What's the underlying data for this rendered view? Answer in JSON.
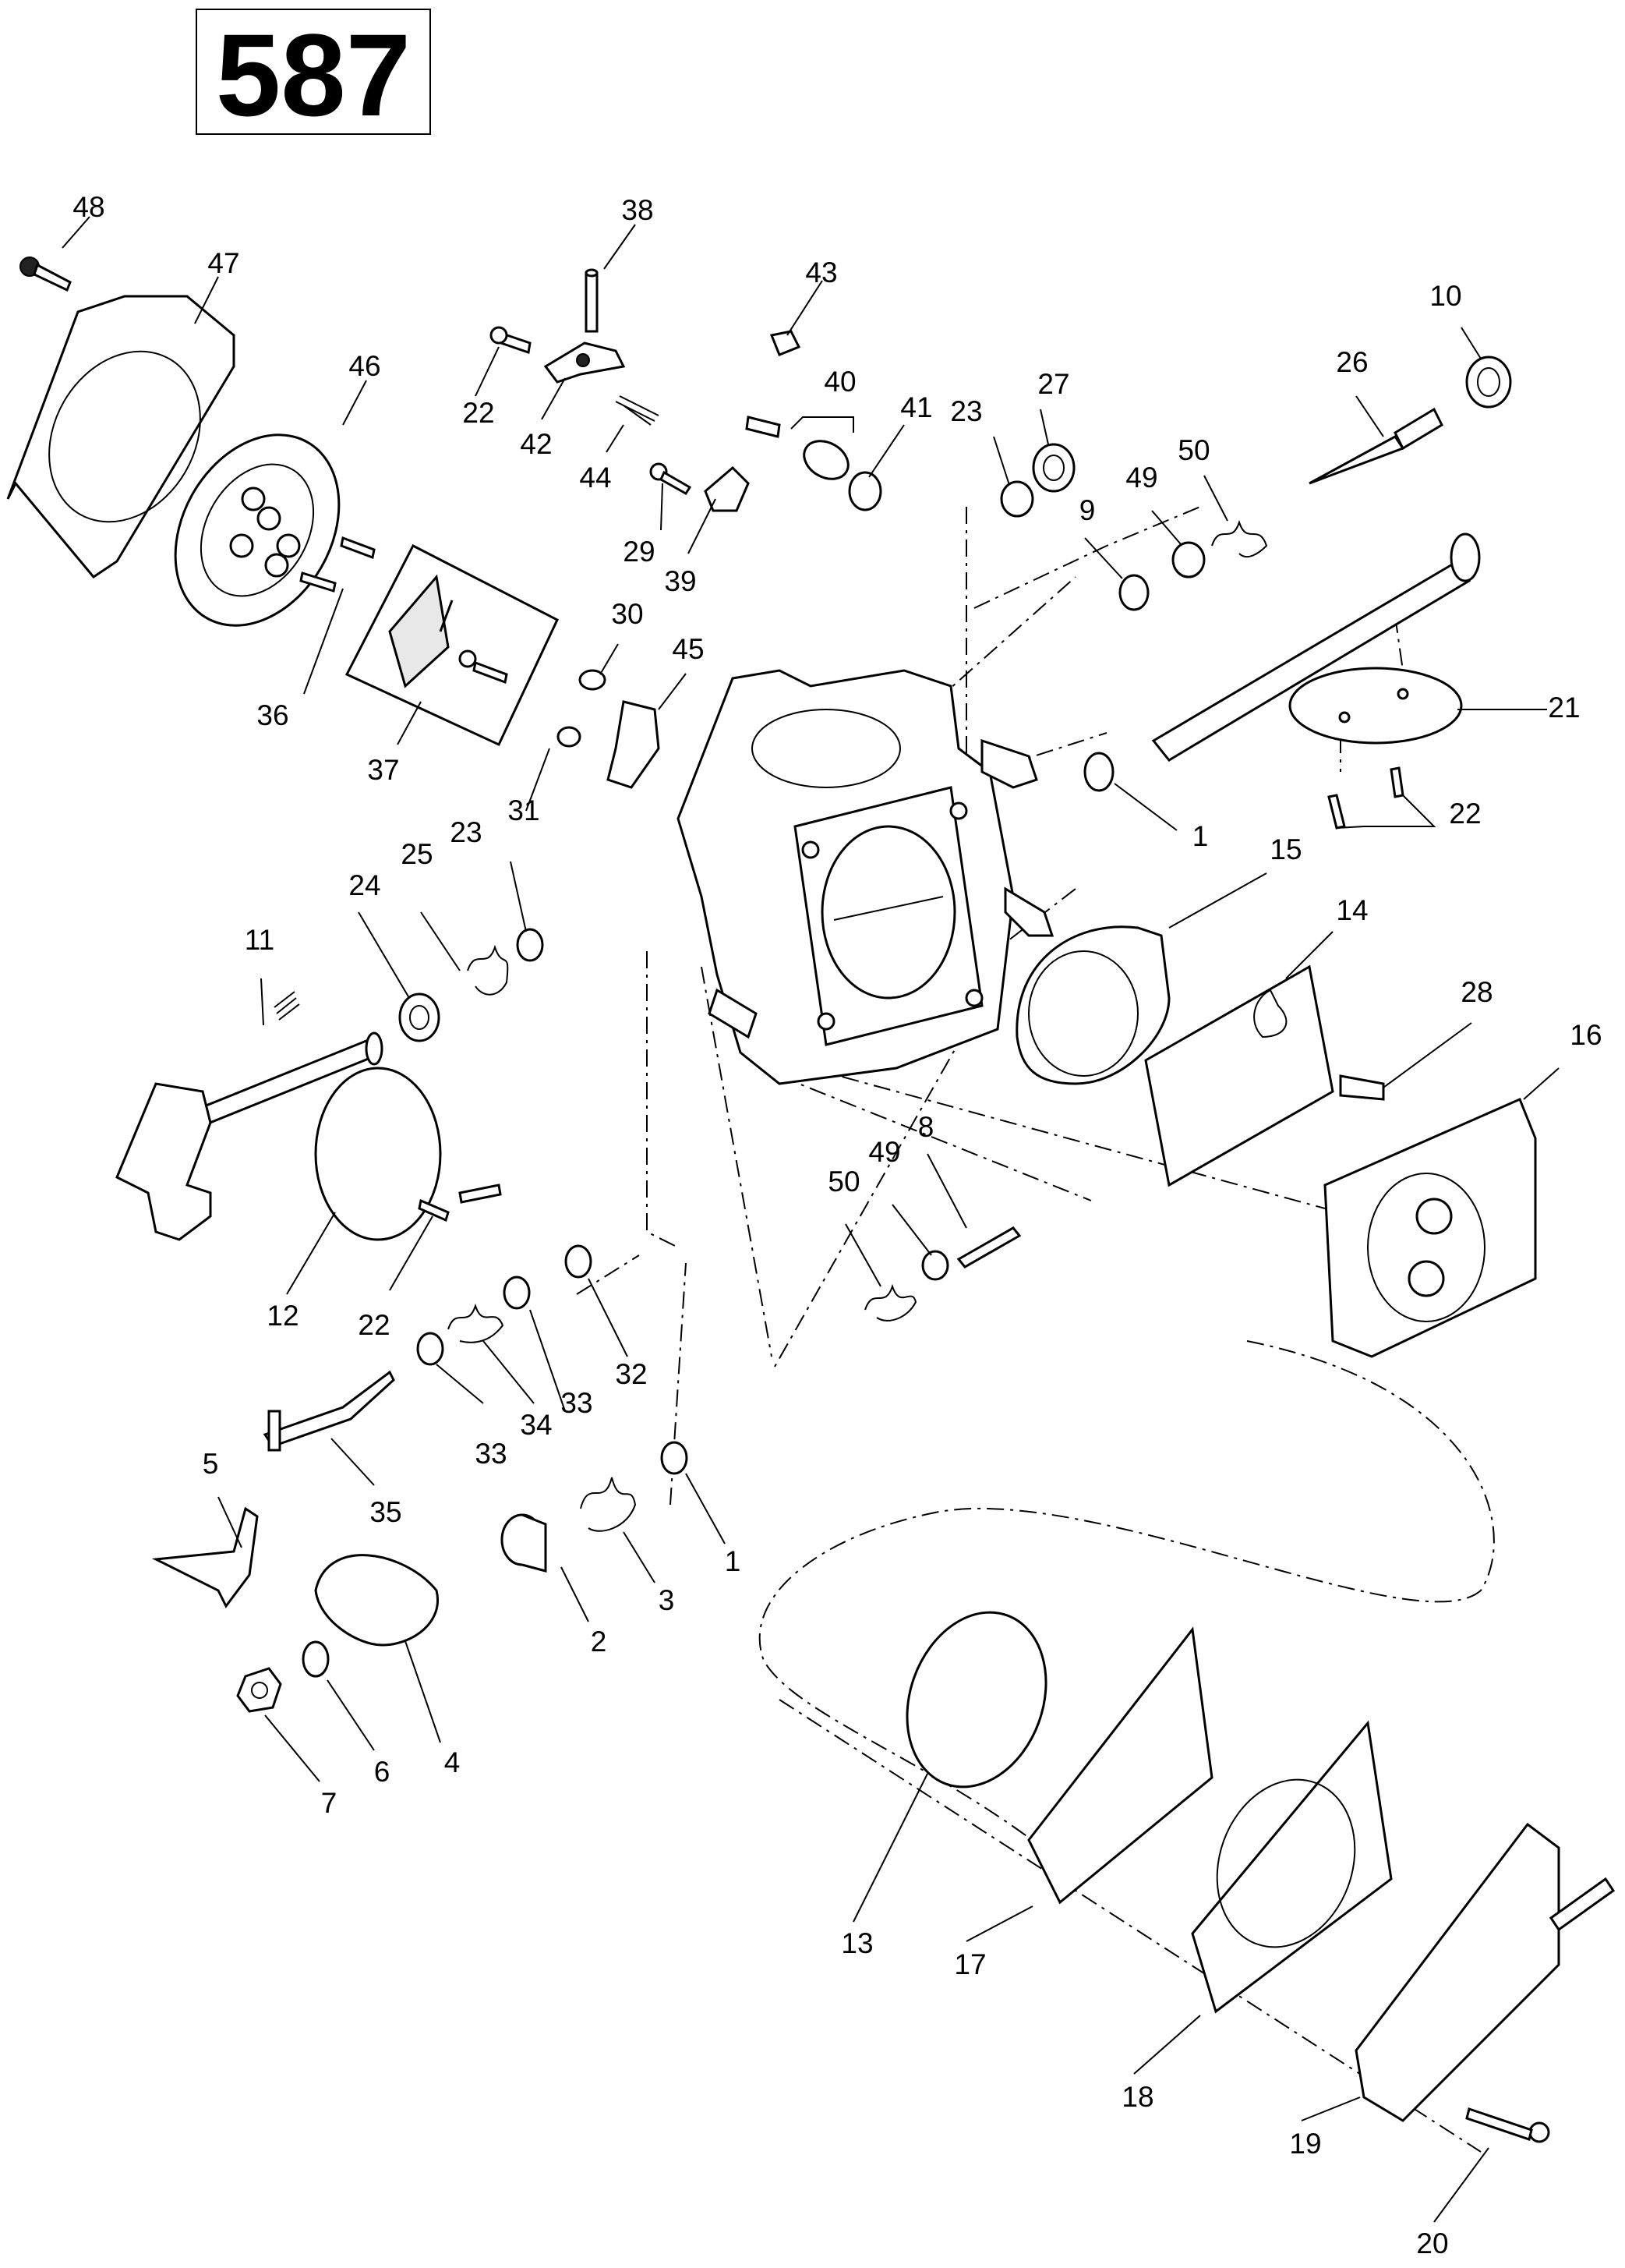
{
  "figure_number": "587",
  "callouts": {
    "c48": "48",
    "c47": "47",
    "c46": "46",
    "c36": "36",
    "c37": "37",
    "c38": "38",
    "c22a": "22",
    "c42": "42",
    "c44": "44",
    "c29": "29",
    "c39": "39",
    "c43": "43",
    "c40": "40",
    "c41": "41",
    "c23a": "23",
    "c27": "27",
    "c10": "10",
    "c26": "26",
    "c9": "9",
    "c49a": "49",
    "c50a": "50",
    "c21": "21",
    "c22b": "22",
    "c1a": "1",
    "c15": "15",
    "c14": "14",
    "c28": "28",
    "c16": "16",
    "c30": "30",
    "c45": "45",
    "c31": "31",
    "c23b": "23",
    "c25": "25",
    "c24": "24",
    "c11": "11",
    "c12": "12",
    "c22c": "22",
    "c8": "8",
    "c49b": "49",
    "c50b": "50",
    "c32": "32",
    "c33a": "33",
    "c34": "34",
    "c33b": "33",
    "c35": "35",
    "c5": "5",
    "c1b": "1",
    "c3": "3",
    "c2": "2",
    "c4": "4",
    "c6": "6",
    "c7": "7",
    "c13": "13",
    "c17": "17",
    "c18": "18",
    "c19": "19",
    "c20": "20"
  }
}
